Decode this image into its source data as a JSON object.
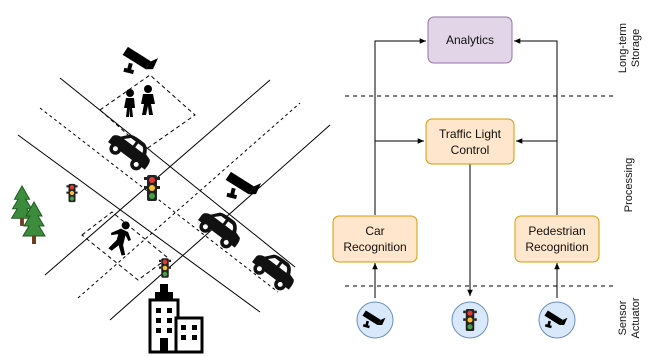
{
  "nodes": {
    "analytics": "Analytics",
    "traffic_light_control": [
      "Traffic Light",
      "Control"
    ],
    "car_recognition": [
      "Car",
      "Recognition"
    ],
    "pedestrian_recognition": [
      "Pedestrian",
      "Recognition"
    ]
  },
  "layers": {
    "storage": [
      "Long-term",
      "Storage"
    ],
    "processing": "Processing",
    "sensor_actuator": [
      "Sensor",
      "Actuator"
    ]
  },
  "icons": {
    "camera": "security-camera-icon",
    "traffic_light": "traffic-light-icon",
    "car": "car-icon",
    "pedestrian": "pedestrian-icon",
    "tree": "tree-icon",
    "building": "building-icon"
  },
  "colors": {
    "analytics_fill": "#e1d5e7",
    "analytics_stroke": "#9673a6",
    "processing_fill": "#ffe6cc",
    "processing_stroke": "#d79b00",
    "sensor_fill": "#dae8fc",
    "sensor_stroke": "#6c8ebf"
  }
}
